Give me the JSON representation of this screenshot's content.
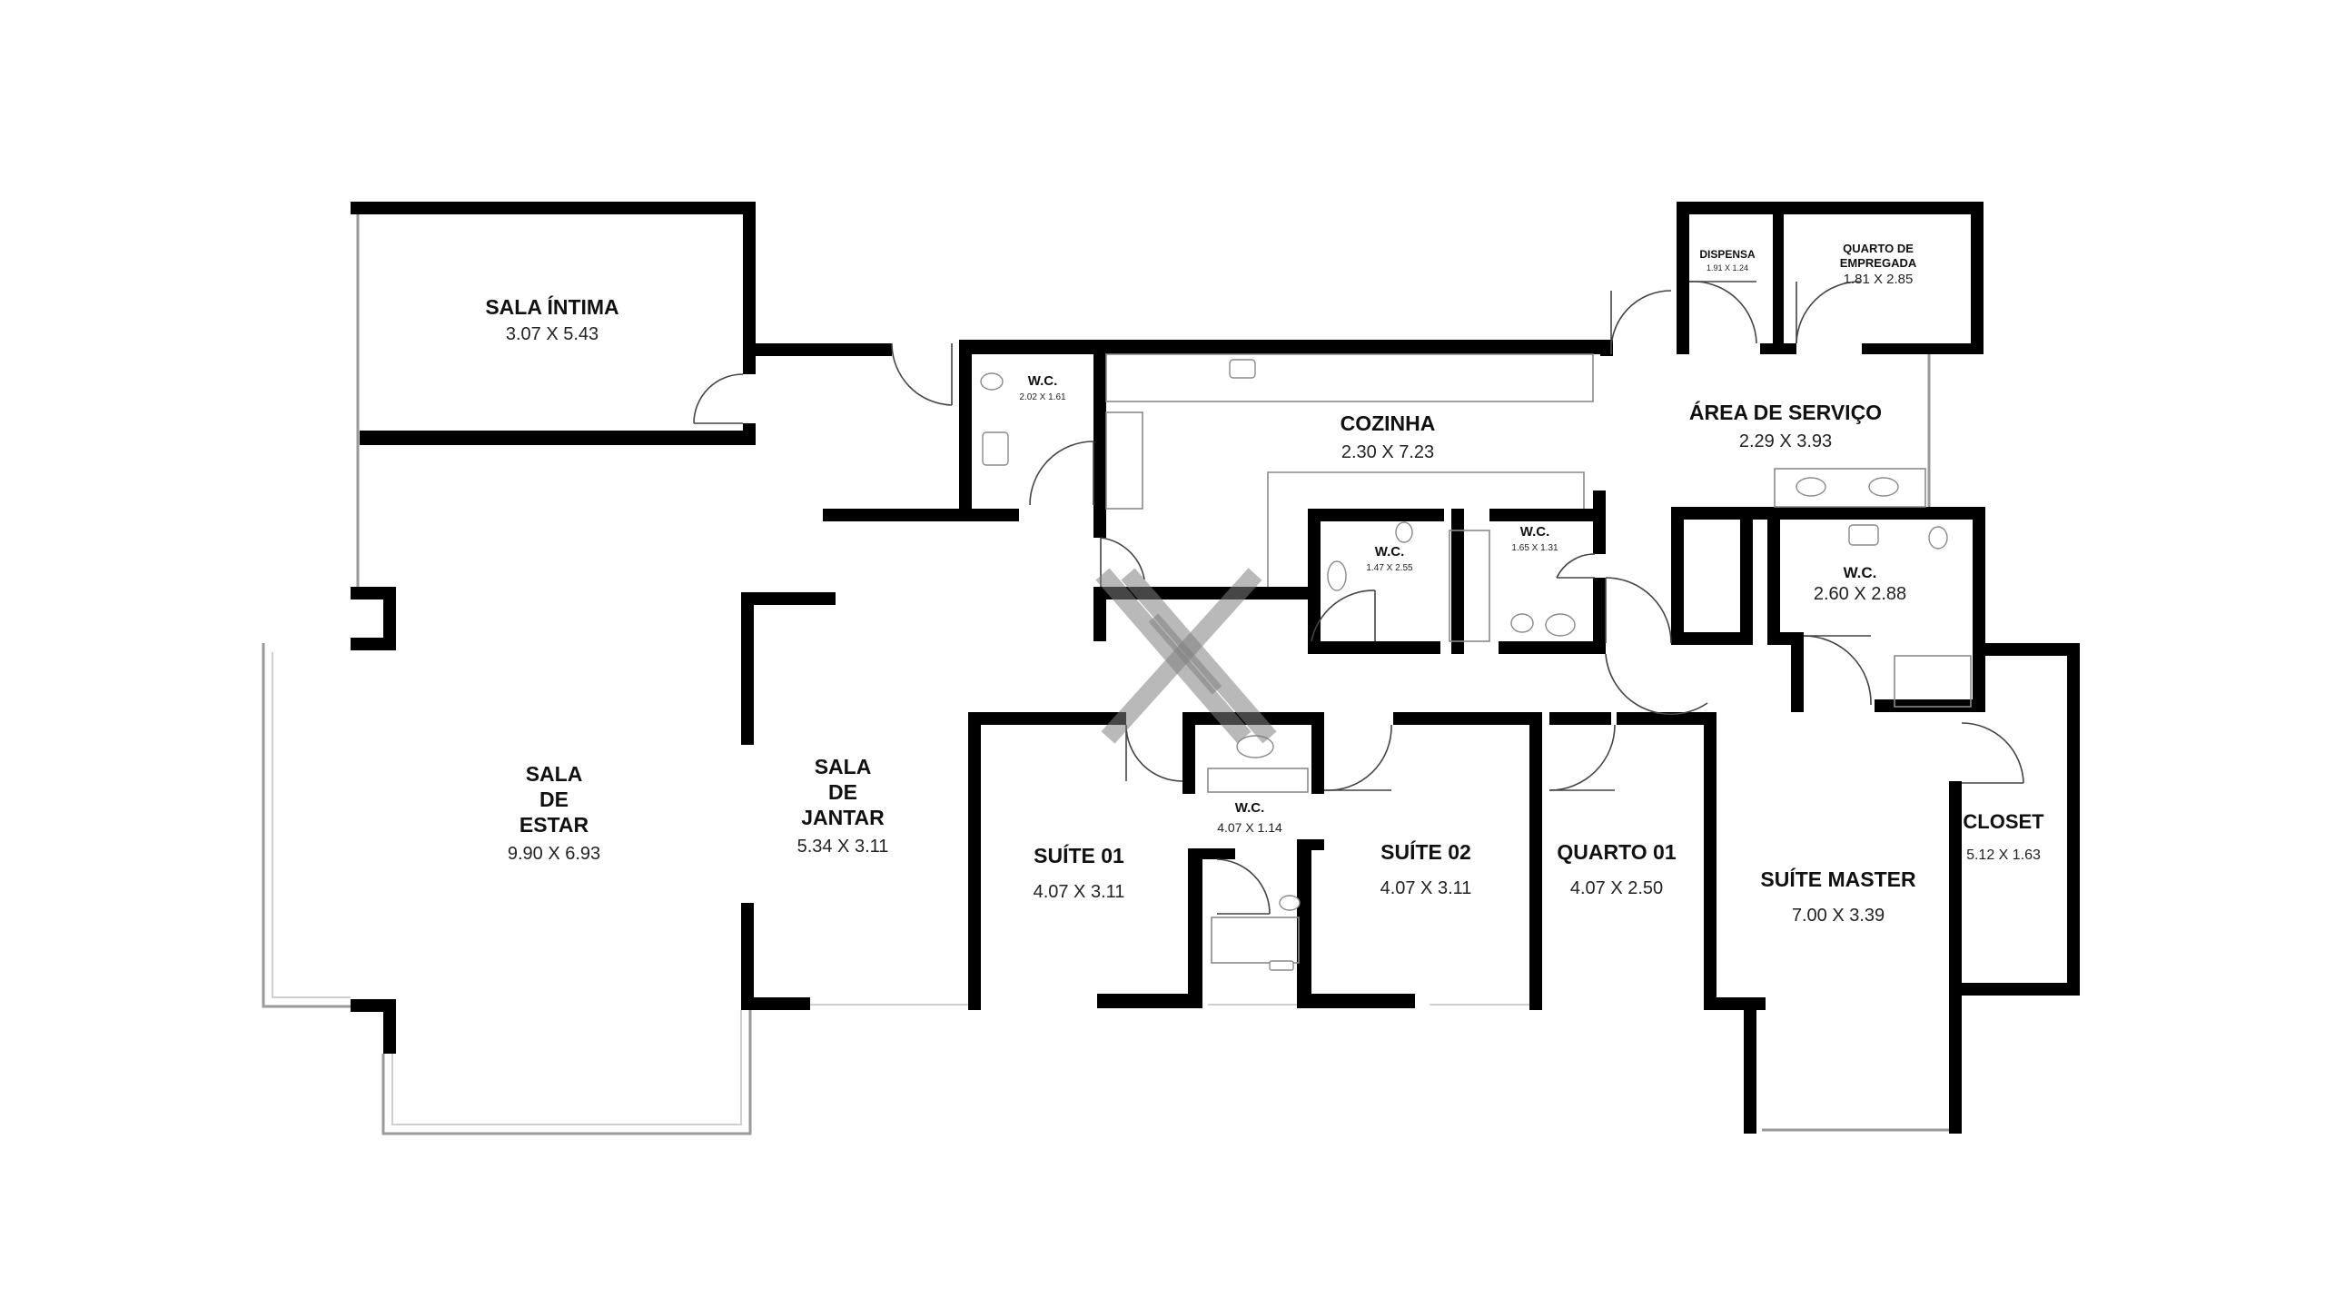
{
  "plan": {
    "rooms": [
      {
        "id": "sala-intima",
        "name": [
          "SALA ÍNTIMA"
        ],
        "dims": "3.07 X 5.43"
      },
      {
        "id": "sala-estar",
        "name": [
          "SALA",
          "DE",
          "ESTAR"
        ],
        "dims": "9.90 X 6.93"
      },
      {
        "id": "sala-jantar",
        "name": [
          "SALA",
          "DE",
          "JANTAR"
        ],
        "dims": "5.34 X 3.11"
      },
      {
        "id": "wc-1",
        "name": [
          "W.C."
        ],
        "dims": "2.02 X 1.61"
      },
      {
        "id": "cozinha",
        "name": [
          "COZINHA"
        ],
        "dims": "2.30 X 7.23"
      },
      {
        "id": "wc-2",
        "name": [
          "W.C."
        ],
        "dims": "1.47 X 2.55"
      },
      {
        "id": "wc-3",
        "name": [
          "W.C."
        ],
        "dims": "1.65 X 1.31"
      },
      {
        "id": "dispensa",
        "name": [
          "DISPENSA"
        ],
        "dims": "1.91 X 1.24"
      },
      {
        "id": "quarto-empregada",
        "name": [
          "QUARTO DE",
          "EMPREGADA"
        ],
        "dims": "1.81 X 2.85"
      },
      {
        "id": "area-servico",
        "name": [
          "ÁREA DE SERVIÇO"
        ],
        "dims": "2.29 X 3.93"
      },
      {
        "id": "wc-4",
        "name": [
          "W.C."
        ],
        "dims": "2.60 X 2.88"
      },
      {
        "id": "suite-01",
        "name": [
          "SUÍTE 01"
        ],
        "dims": "4.07 X 3.11"
      },
      {
        "id": "wc-5",
        "name": [
          "W.C."
        ],
        "dims": "4.07 X 1.14"
      },
      {
        "id": "suite-02",
        "name": [
          "SUÍTE 02"
        ],
        "dims": "4.07 X 3.11"
      },
      {
        "id": "quarto-01",
        "name": [
          "QUARTO 01"
        ],
        "dims": "4.07 X 2.50"
      },
      {
        "id": "suite-master",
        "name": [
          "SUÍTE MASTER"
        ],
        "dims": "7.00 X 3.39"
      },
      {
        "id": "closet",
        "name": [
          "CLOSET"
        ],
        "dims": "5.12 X 1.63"
      }
    ],
    "colors": {
      "wall": "#000000",
      "glass": "#9a9a9a",
      "fixture": "#8a8a8a",
      "logo": "#808080"
    }
  }
}
